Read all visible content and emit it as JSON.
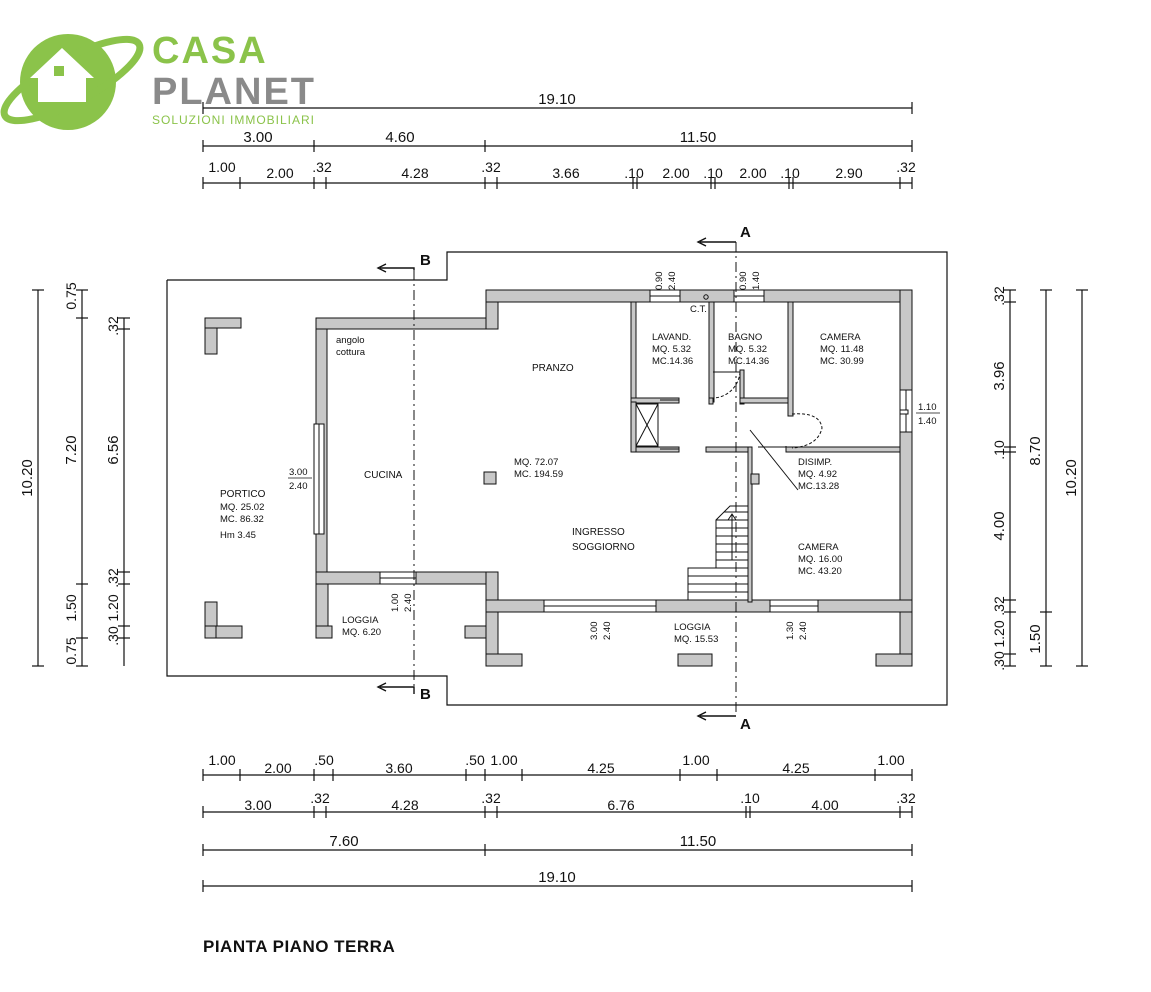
{
  "logo": {
    "line1": "CASA",
    "line2": "PLANET",
    "tagline": "SOLUZIONI IMMOBILIARI",
    "green": "#8bc34a",
    "grey": "#8a8a8a"
  },
  "drawing_title": "PIANTA PIANO TERRA",
  "section_marks": {
    "a": "A",
    "b": "B"
  },
  "dims_top": {
    "total": "19.10",
    "row2": [
      "3.00",
      "4.60",
      "11.50"
    ],
    "row3": [
      "1.00",
      "2.00",
      ".32",
      "4.28",
      ".32",
      "3.66",
      ".10",
      "2.00",
      ".10",
      "2.00",
      ".10",
      "2.90",
      ".32"
    ]
  },
  "dims_bottom": {
    "row1": [
      "1.00",
      "2.00",
      ".50",
      "3.60",
      ".50",
      "1.00",
      "4.25",
      "1.00",
      "4.25",
      "1.00"
    ],
    "row2": [
      "3.00",
      ".32",
      "4.28",
      ".32",
      "6.76",
      ".10",
      "4.00",
      ".32"
    ],
    "row3": [
      "7.60",
      "11.50"
    ],
    "total": "19.10"
  },
  "dims_left": {
    "total": "10.20",
    "mid_total": "7.20",
    "inner": "6.56",
    "top": [
      "0.75",
      ".32"
    ],
    "bottom": [
      "1.50",
      "0.75",
      ".32",
      "1.20",
      ".30"
    ]
  },
  "dims_right": {
    "inner": [
      "3.96",
      ".10",
      "4.00"
    ],
    "top": ".32",
    "bottom": [
      ".32",
      "1.20",
      ".30"
    ],
    "mid": [
      "8.70",
      "1.50"
    ],
    "total": "10.20"
  },
  "rooms": {
    "portico": {
      "name": "PORTICO",
      "mq": "MQ. 25.02",
      "mc": "MC. 86.32",
      "h": "Hm 3.45"
    },
    "angolo": {
      "l1": "angolo",
      "l2": "cottura"
    },
    "cucina": "CUCINA",
    "pranzo": "PRANZO",
    "soggiorno": {
      "l1": "INGRESSO",
      "l2": "SOGGIORNO",
      "mq": "MQ. 72.07",
      "mc": "MC. 194.59"
    },
    "lavanderia": {
      "name": "LAVAND.",
      "mq": "MQ. 5.32",
      "mc": "MC.14.36"
    },
    "bagno": {
      "name": "BAGNO",
      "mq": "MQ. 5.32",
      "mc": "MC.14.36"
    },
    "camera1": {
      "name": "CAMERA",
      "mq": "MQ. 11.48",
      "mc": "MC. 30.99"
    },
    "disimpegno": {
      "name": "DISIMP.",
      "mq": "MQ. 4.92",
      "mc": "MC.13.28"
    },
    "camera2": {
      "name": "CAMERA",
      "mq": "MQ. 16.00",
      "mc": "MC. 43.20"
    },
    "loggia1": {
      "name": "LOGGIA",
      "mq": "MQ. 6.20"
    },
    "loggia2": {
      "name": "LOGGIA",
      "mq": "MQ. 15.53"
    },
    "ct": "C.T."
  },
  "openings": {
    "win_cucina": [
      "3.00",
      "2.40"
    ],
    "win_loggia1": [
      "1.00",
      "2.40"
    ],
    "win_soggiorno": [
      "3.00",
      "2.40"
    ],
    "win_camera2": [
      "1.30",
      "2.40"
    ],
    "win_lav": [
      "0.90",
      "2.40"
    ],
    "win_bagno": [
      "0.90",
      "1.40"
    ],
    "win_camera1": [
      "1.10",
      "1.40"
    ]
  }
}
